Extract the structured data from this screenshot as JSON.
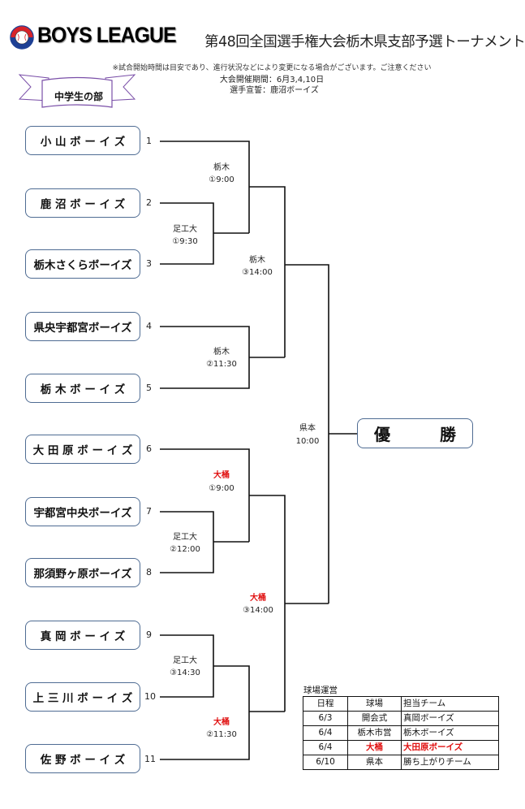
{
  "header": {
    "brand": "BOYS LEAGUE",
    "logo_icon": "boys-league-logo-icon",
    "title": "第48回全国選手権大会栃木県支部予選トーナメント",
    "notice": "※試合開始時間は目安であり、進行状況などにより変更になる場合がございます。ご注意ください",
    "period": "大会開催期間：6月3,4,10日",
    "oath": "選手宣誓：鹿沼ボーイズ",
    "division": "中学生の部"
  },
  "teams": [
    {
      "seed": "1",
      "name": "小 山 ボ ー イ ズ"
    },
    {
      "seed": "2",
      "name": "鹿 沼 ボ ー イ ズ"
    },
    {
      "seed": "3",
      "name": "栃木さくらボーイズ"
    },
    {
      "seed": "4",
      "name": "県央宇都宮ボーイズ"
    },
    {
      "seed": "5",
      "name": "栃 木 ボ ー イ ズ"
    },
    {
      "seed": "6",
      "name": "大 田 原 ボ ー イ ズ"
    },
    {
      "seed": "7",
      "name": "宇都宮中央ボーイズ"
    },
    {
      "seed": "8",
      "name": "那須野ヶ原ボーイズ"
    },
    {
      "seed": "9",
      "name": "真 岡 ボ ー イ ズ"
    },
    {
      "seed": "10",
      "name": "上 三 川 ボ ー イ ズ"
    },
    {
      "seed": "11",
      "name": "佐 野 ボ ー イ ズ"
    }
  ],
  "matches": [
    {
      "id": "m-2v3",
      "venue": "足工大",
      "time": "①9:30",
      "highlight": false
    },
    {
      "id": "m-1vW",
      "venue": "栃木",
      "time": "①9:00",
      "highlight": false
    },
    {
      "id": "m-4v5",
      "venue": "栃木",
      "time": "②11:30",
      "highlight": false
    },
    {
      "id": "m-semi-top",
      "venue": "栃木",
      "time": "③14:00",
      "highlight": false
    },
    {
      "id": "m-7v8",
      "venue": "足工大",
      "time": "②12:00",
      "highlight": false
    },
    {
      "id": "m-6vW",
      "venue": "大桶",
      "time": "①9:00",
      "highlight": true
    },
    {
      "id": "m-9v10",
      "venue": "足工大",
      "time": "③14:30",
      "highlight": false
    },
    {
      "id": "m-Wv11",
      "venue": "大桶",
      "time": "②11:30",
      "highlight": true
    },
    {
      "id": "m-semi-bottom",
      "venue": "大桶",
      "time": "③14:00",
      "highlight": true
    },
    {
      "id": "m-final",
      "venue": "県本",
      "time": "10:00",
      "highlight": false
    }
  ],
  "champion": {
    "left": "優",
    "right": "勝"
  },
  "operations": {
    "caption": "球場運営",
    "headers": [
      "日程",
      "球場",
      "担当チーム"
    ],
    "rows": [
      {
        "date": "6/3",
        "venue": "開会式",
        "team": "真岡ボーイズ",
        "highlight": false
      },
      {
        "date": "6/4",
        "venue": "栃木市営",
        "team": "栃木ボーイズ",
        "highlight": false
      },
      {
        "date": "6/4",
        "venue": "大桶",
        "team": "大田原ボーイズ",
        "highlight": true
      },
      {
        "date": "6/10",
        "venue": "県本",
        "team": "勝ち上がりチーム",
        "highlight": false
      }
    ]
  },
  "colors": {
    "highlight_red": "#e01010",
    "box_border": "#4f6c93",
    "banner_purple": "#7a4fa8"
  }
}
